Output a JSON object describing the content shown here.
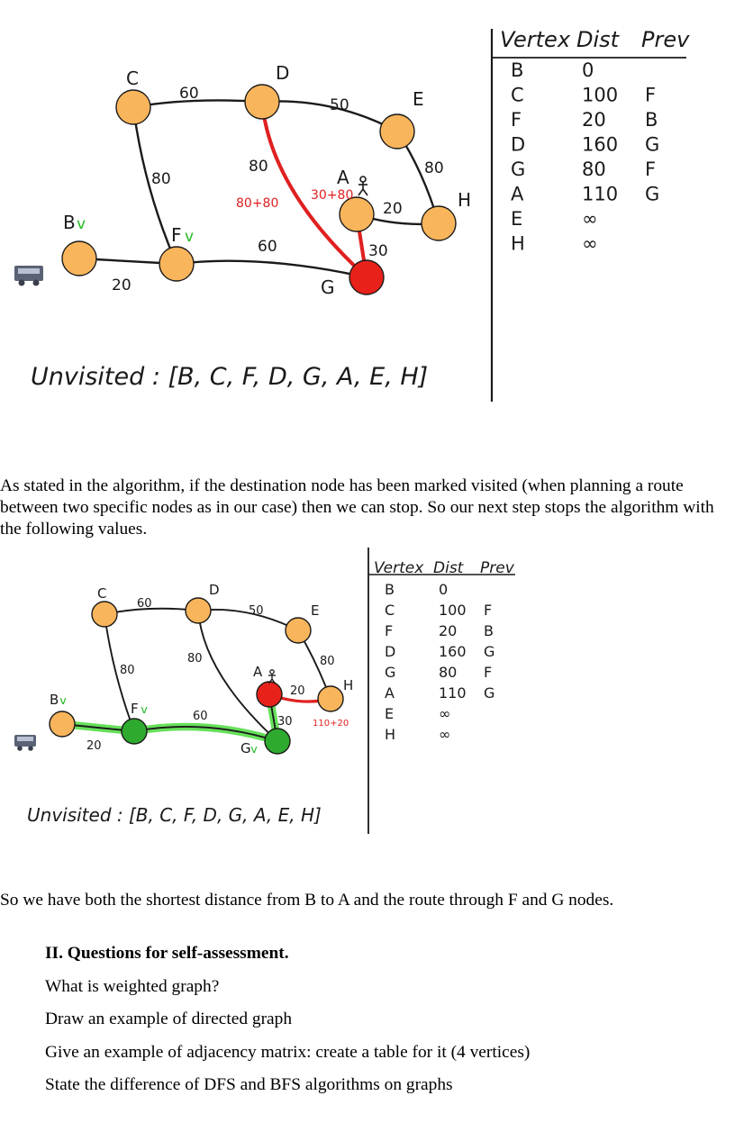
{
  "diagram1": {
    "nodes": [
      {
        "id": "B",
        "label": "B",
        "check": "v"
      },
      {
        "id": "C",
        "label": "C",
        "check": ""
      },
      {
        "id": "D",
        "label": "D",
        "check": ""
      },
      {
        "id": "E",
        "label": "E",
        "check": ""
      },
      {
        "id": "F",
        "label": "F",
        "check": "v"
      },
      {
        "id": "A",
        "label": "A",
        "check": ""
      },
      {
        "id": "G",
        "label": "G",
        "check": ""
      },
      {
        "id": "H",
        "label": "H",
        "check": ""
      }
    ],
    "edges": [
      {
        "from": "B",
        "to": "F",
        "weight": "20"
      },
      {
        "from": "C",
        "to": "D",
        "weight": "60"
      },
      {
        "from": "C",
        "to": "F",
        "weight": "80"
      },
      {
        "from": "D",
        "to": "E",
        "weight": "50"
      },
      {
        "from": "D",
        "to": "G",
        "weight": "80"
      },
      {
        "from": "E",
        "to": "H",
        "weight": "80"
      },
      {
        "from": "F",
        "to": "G",
        "weight": "60"
      },
      {
        "from": "A",
        "to": "H",
        "weight": "20"
      },
      {
        "from": "A",
        "to": "G",
        "weight": "30"
      }
    ],
    "annotations": {
      "dg_sum": "80+80",
      "ag_sum": "30+80"
    },
    "unvisited": "Unvisited : [B, C, F, D, G, A, E, H]",
    "table": {
      "headers": [
        "Vertex",
        "Dist",
        "Prev"
      ],
      "rows": [
        [
          "B",
          "0",
          ""
        ],
        [
          "C",
          "100",
          "F"
        ],
        [
          "F",
          "20",
          "B"
        ],
        [
          "D",
          "160",
          "G"
        ],
        [
          "G",
          "80",
          "F"
        ],
        [
          "A",
          "110",
          "G"
        ],
        [
          "E",
          "∞",
          ""
        ],
        [
          "H",
          "∞",
          ""
        ]
      ]
    }
  },
  "paragraph1": "As stated in the algorithm, if the destination node has been marked visited (when planning a route between two specific nodes as in our case) then we can stop. So our next step stops the algorithm with the following values.",
  "diagram2": {
    "nodes": [
      {
        "id": "B",
        "label": "B",
        "check": "v"
      },
      {
        "id": "C",
        "label": "C",
        "check": ""
      },
      {
        "id": "D",
        "label": "D",
        "check": ""
      },
      {
        "id": "E",
        "label": "E",
        "check": ""
      },
      {
        "id": "F",
        "label": "F",
        "check": "v"
      },
      {
        "id": "A",
        "label": "A",
        "check": ""
      },
      {
        "id": "G",
        "label": "G",
        "check": "v"
      },
      {
        "id": "H",
        "label": "H",
        "check": ""
      }
    ],
    "edges": [
      {
        "from": "B",
        "to": "F",
        "weight": "20"
      },
      {
        "from": "C",
        "to": "D",
        "weight": "60"
      },
      {
        "from": "C",
        "to": "F",
        "weight": "80"
      },
      {
        "from": "D",
        "to": "E",
        "weight": "50"
      },
      {
        "from": "D",
        "to": "G",
        "weight": "80"
      },
      {
        "from": "E",
        "to": "H",
        "weight": "80"
      },
      {
        "from": "F",
        "to": "G",
        "weight": "60"
      },
      {
        "from": "A",
        "to": "H",
        "weight": "20"
      },
      {
        "from": "A",
        "to": "G",
        "weight": "30"
      }
    ],
    "annotations": {
      "ah_sum": "110+20"
    },
    "unvisited": "Unvisited : [B, C, F, D, G, A, E, H]",
    "table": {
      "headers": [
        "Vertex",
        "Dist",
        "Prev"
      ],
      "rows": [
        [
          "B",
          "0",
          ""
        ],
        [
          "C",
          "100",
          "F"
        ],
        [
          "F",
          "20",
          "B"
        ],
        [
          "D",
          "160",
          "G"
        ],
        [
          "G",
          "80",
          "F"
        ],
        [
          "A",
          "110",
          "G"
        ],
        [
          "E",
          "∞",
          ""
        ],
        [
          "H",
          "∞",
          ""
        ]
      ]
    }
  },
  "paragraph2": "So we have both the shortest distance from B to A and the route through F and G nodes.",
  "questions": {
    "heading": "II. Questions for self-assessment.",
    "items": [
      "What is weighted graph?",
      "Draw an example of directed graph",
      "Give an example of adjacency matrix: create a table for it (4 vertices)",
      "State the difference of DFS and BFS algorithms on graphs"
    ]
  },
  "colors": {
    "node": "#f9b55b",
    "node_stroke": "#1a1a1a",
    "current": "#e8221a",
    "visited": "#2eaa2e",
    "highlight_green": "#66e05a",
    "path_red": "#e02020"
  },
  "icons": [
    "car-icon",
    "person-icon"
  ]
}
